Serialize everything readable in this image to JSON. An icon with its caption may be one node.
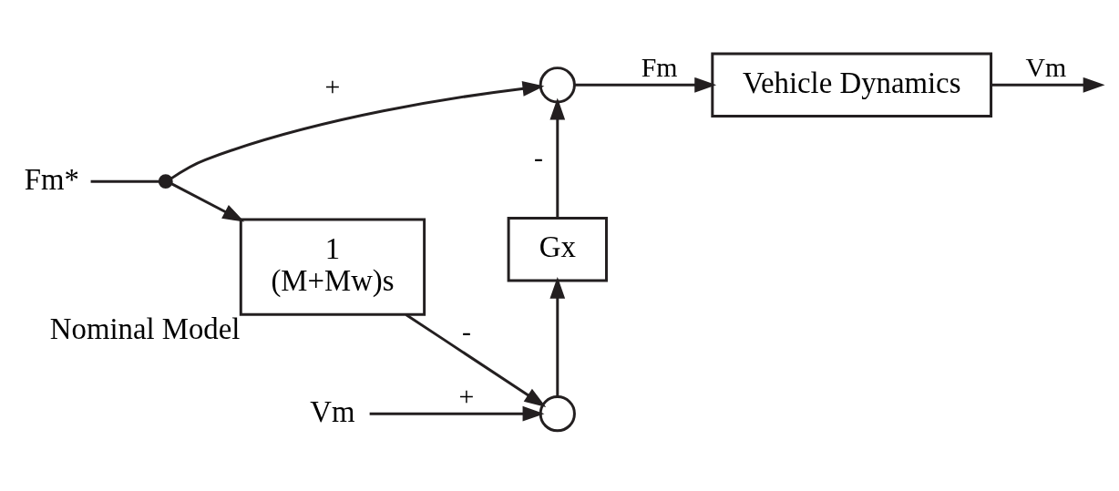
{
  "diagram": {
    "nodes": [
      {
        "text": [
          "Fm*"
        ]
      },
      {
        "text": [],
        "shape": "dot"
      },
      {
        "text": [],
        "shape": "circle"
      },
      {
        "text": [
          "Vehicle Dynamics"
        ]
      },
      {
        "text": [
          "Gx"
        ]
      },
      {
        "text": [
          "1",
          "(M+Mw)s"
        ],
        "beside": [
          "Nominal Model"
        ]
      },
      {
        "text": [],
        "shape": "circle"
      },
      {
        "text": [
          "Vm"
        ]
      }
    ],
    "edges": [
      {
        "from": 0,
        "to": 1,
        "arrow": "none"
      },
      {
        "from": 1,
        "to": 2,
        "arrow": "to",
        "label": "+"
      },
      {
        "from": 2,
        "to": 3,
        "arrow": "to",
        "label": "Fm"
      },
      {
        "from": 3,
        "to": null,
        "arrow": "to",
        "label": "Vm"
      },
      {
        "from": 4,
        "to": 2,
        "arrow": "to",
        "label": "-"
      },
      {
        "from": 1,
        "to": 5,
        "arrow": "to"
      },
      {
        "from": 5,
        "to": 6,
        "arrow": "to",
        "label": "-"
      },
      {
        "from": 7,
        "to": 6,
        "arrow": "to",
        "label": "+"
      },
      {
        "from": 6,
        "to": 4,
        "arrow": "to"
      }
    ]
  }
}
